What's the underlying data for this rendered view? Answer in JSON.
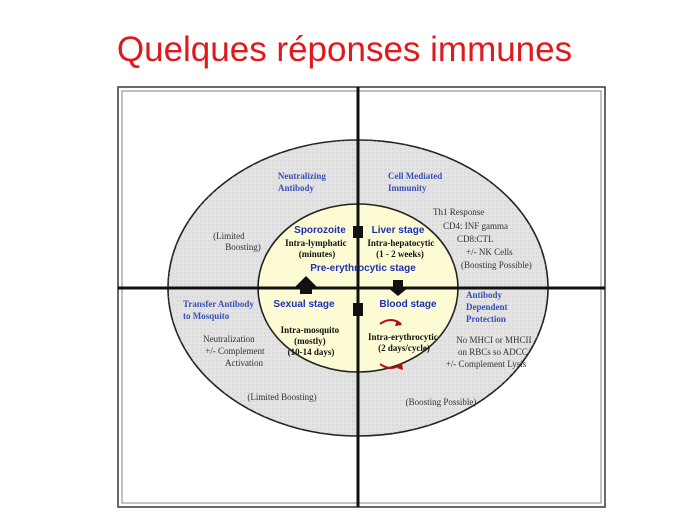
{
  "title": "Quelques réponses immunes",
  "colors": {
    "title": "#e0191f",
    "outer_ring": "#e3e3e3",
    "inner_circle": "#fdfbd3",
    "blue_label": "#3a4fb5",
    "stage_label": "#1f2fb3",
    "axis": "#111111"
  },
  "quadrants": {
    "top_left": {
      "heading": [
        "Neutralizing",
        "Antibody"
      ],
      "notes": [
        "(Limited",
        "Boosting)"
      ]
    },
    "top_right": {
      "heading": [
        "Cell Mediated",
        "Immunity"
      ],
      "notes": [
        "Th1 Response",
        "CD4: INF gamma",
        "CD8:CTL",
        "+/- NK Cells",
        "(Boosting Possible)"
      ]
    },
    "bottom_left": {
      "heading": [
        "Transfer Antibody",
        "to Mosquito"
      ],
      "notes": [
        "Neutralization",
        "+/- Complement",
        "Activation"
      ],
      "footer": "(Limited Boosting)"
    },
    "bottom_right": {
      "heading": [
        "Antibody",
        "Dependent",
        "Protection"
      ],
      "notes": [
        "No MHCI or MHCII",
        "on RBCs so ADCC",
        "+/- Complement Lysis"
      ],
      "footer": "(Boosting Possible)"
    }
  },
  "stages": {
    "sporozoite": {
      "label": "Sporozoite",
      "details": [
        "Intra-lymphatic",
        "(minutes)"
      ]
    },
    "liver": {
      "label": "Liver stage",
      "details": [
        "Intra-hepatocytic",
        "(1 - 2 weeks)"
      ]
    },
    "pre_erythrocytic": {
      "label": "Pre-erythrocytic stage"
    },
    "sexual": {
      "label": "Sexual stage",
      "details": [
        "Intra-mosquito",
        "(mostly)",
        "(10-14 days)"
      ]
    },
    "blood": {
      "label": "Blood stage",
      "details": [
        "Intra-erythrocytic",
        "(2 days/cycle)"
      ]
    }
  }
}
